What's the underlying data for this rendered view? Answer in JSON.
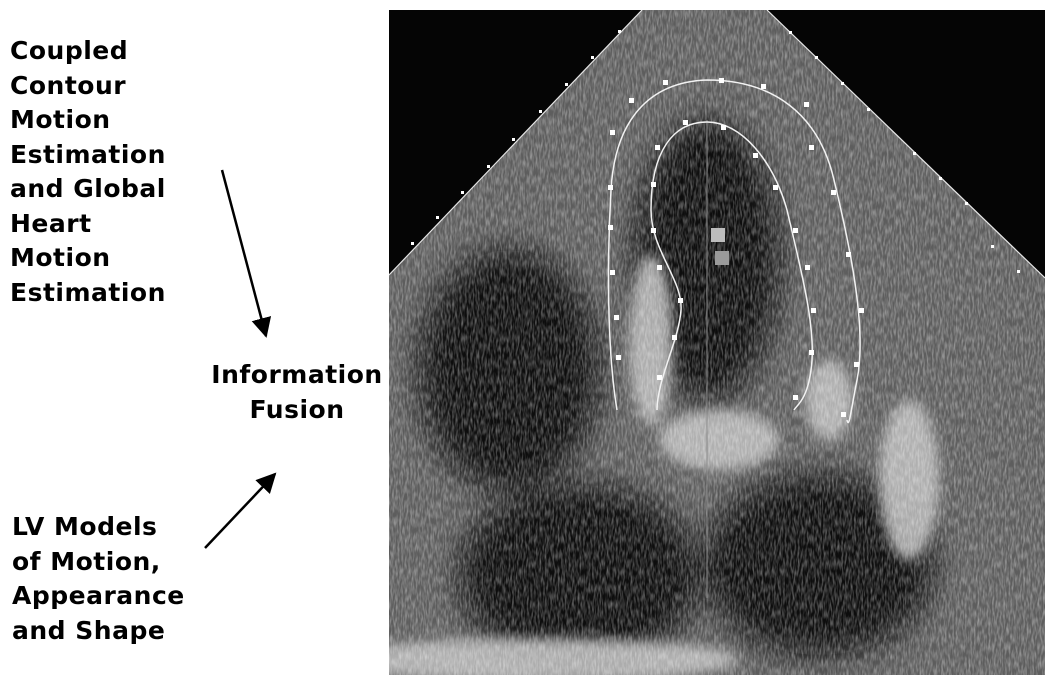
{
  "labels": {
    "top": "Coupled\nContour\nMotion\nEstimation\nand Global\nHeart\nMotion\nEstimation",
    "center": "Information\nFusion",
    "bottom": "LV Models\nof Motion,\nAppearance\nand Shape"
  },
  "image": {
    "view": "apical-four-chamber-echocardiogram",
    "overlay": "endocardial-and-epicardial-contours"
  },
  "colors": {
    "background": "#ffffff",
    "text": "#000000",
    "echo_background": "#050505",
    "contour": "#f2f2f2",
    "markers": "#bdbdbd"
  }
}
